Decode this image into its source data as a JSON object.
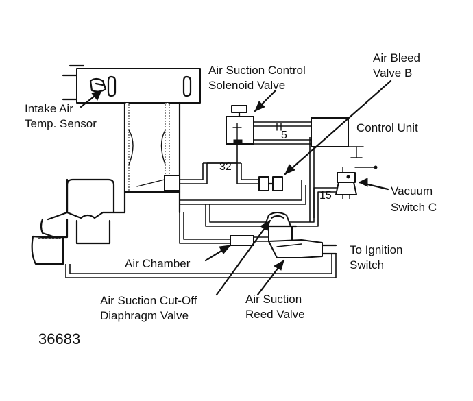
{
  "labels": {
    "air_suction_control_solenoid_valve": [
      "Air Suction Control",
      "Solenoid Valve"
    ],
    "air_bleed_valve_b": [
      "Air Bleed",
      "Valve B"
    ],
    "control_unit": "Control Unit",
    "intake_air_temp_sensor": [
      "Intake Air",
      "Temp. Sensor"
    ],
    "vacuum_switch_c": [
      "Vacuum",
      "Switch C"
    ],
    "to_ignition_switch": [
      "To Ignition",
      "Switch"
    ],
    "air_chamber": "Air Chamber",
    "air_suction_cutoff_diaphragm_valve": [
      "Air Suction Cut-Off",
      "Diaphragm Valve"
    ],
    "air_suction_reed_valve": [
      "Air Suction",
      "Reed Valve"
    ]
  },
  "numbers": {
    "n5": "5",
    "n32": "32",
    "n15": "15"
  },
  "figure_number": "36683"
}
